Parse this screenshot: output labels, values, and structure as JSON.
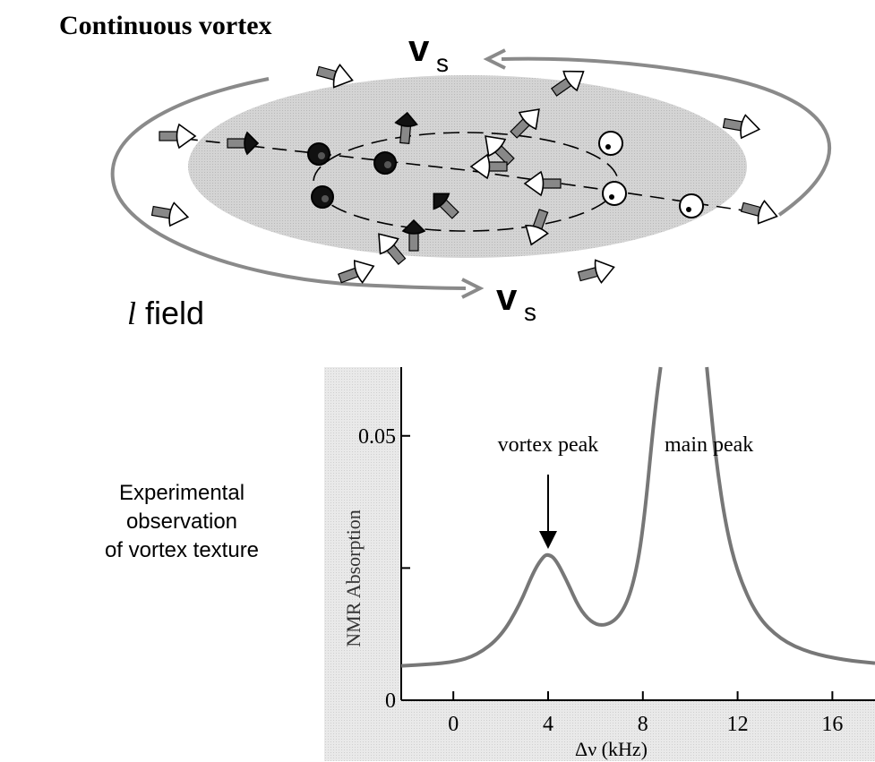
{
  "diagram": {
    "title": "Continuous vortex",
    "vs_label": "v",
    "vs_sub": "s",
    "l_label": "l",
    "field_label": " field"
  },
  "caption": {
    "line1": "Experimental",
    "line2": "observation",
    "line3": "of vortex  texture"
  },
  "chart_data": {
    "type": "line",
    "xlabel": "Δν (kHz)",
    "ylabel": "NMR Absorption",
    "x_ticks": [
      "0",
      "4",
      "8",
      "12",
      "16"
    ],
    "y_ticks": [
      "0",
      "0.05"
    ],
    "xlim": [
      -2.2,
      17.8
    ],
    "ylim": [
      0,
      0.063
    ],
    "series": [
      {
        "points": [
          [
            -2.2,
            0.0065
          ],
          [
            -1,
            0.0068
          ],
          [
            0,
            0.0072
          ],
          [
            1,
            0.0085
          ],
          [
            2,
            0.012
          ],
          [
            2.8,
            0.018
          ],
          [
            3.4,
            0.0245
          ],
          [
            3.8,
            0.0272
          ],
          [
            4,
            0.0276
          ],
          [
            4.3,
            0.0268
          ],
          [
            4.8,
            0.0225
          ],
          [
            5.3,
            0.0175
          ],
          [
            5.8,
            0.0148
          ],
          [
            6.3,
            0.014
          ],
          [
            6.9,
            0.0152
          ],
          [
            7.4,
            0.019
          ],
          [
            7.8,
            0.026
          ],
          [
            8.1,
            0.036
          ],
          [
            8.4,
            0.05
          ],
          [
            8.6,
            0.058
          ],
          [
            8.75,
            0.063
          ]
        ]
      },
      {
        "points": [
          [
            10.7,
            0.063
          ],
          [
            10.85,
            0.056
          ],
          [
            11.1,
            0.045
          ],
          [
            11.5,
            0.033
          ],
          [
            12,
            0.024
          ],
          [
            12.8,
            0.016
          ],
          [
            13.8,
            0.0115
          ],
          [
            15,
            0.009
          ],
          [
            16.5,
            0.0076
          ],
          [
            17.8,
            0.007
          ]
        ]
      }
    ],
    "annotations": [
      {
        "text": "vortex peak",
        "x": 4,
        "y": 0.0276
      },
      {
        "text": "main peak"
      }
    ],
    "background": "#e6e6e6"
  }
}
